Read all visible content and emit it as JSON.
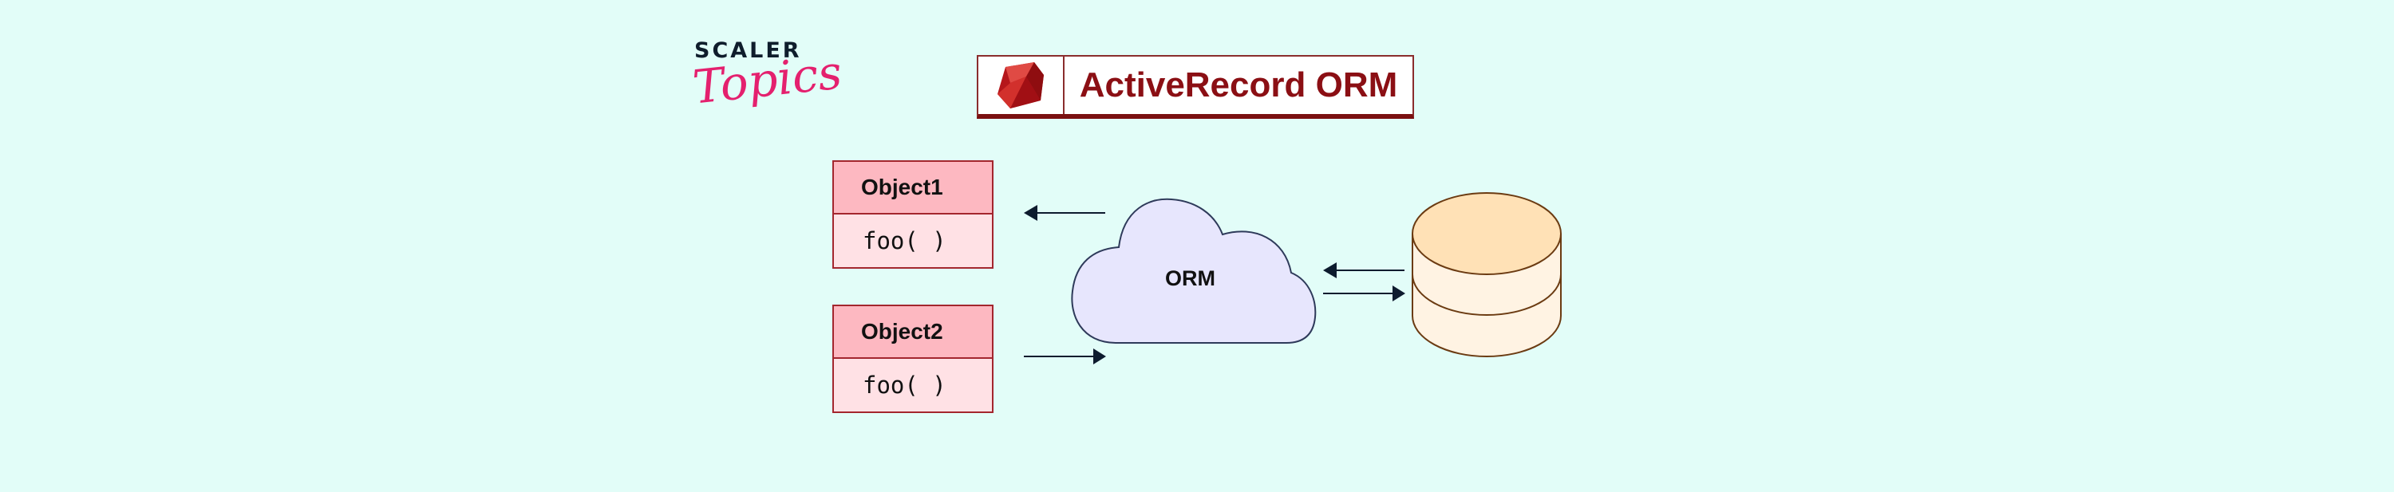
{
  "logo": {
    "brand_top": "SCALER",
    "brand_bottom": "Topics"
  },
  "title": {
    "icon": "ruby-icon",
    "text": "ActiveRecord ORM"
  },
  "objects": [
    {
      "name": "Object1",
      "method": "foo( )"
    },
    {
      "name": "Object2",
      "method": "foo( )"
    }
  ],
  "orm": {
    "label": "ORM",
    "icon": "cloud-icon"
  },
  "database": {
    "icon": "database-icon"
  },
  "arrows": [
    {
      "from": "ORM",
      "to": "Object1"
    },
    {
      "from": "Object2",
      "to": "ORM"
    },
    {
      "from": "Database",
      "to": "ORM"
    },
    {
      "from": "ORM",
      "to": "Database"
    }
  ],
  "colors": {
    "background": "#e2fdf8",
    "title_text": "#8b0f14",
    "object_header": "#fdb8c1",
    "object_body": "#ffe1e5",
    "cloud_fill": "#e7e6fd",
    "db_top": "#ffe1b6",
    "db_body": "#fff3e3",
    "brand_pink": "#e4206e"
  }
}
